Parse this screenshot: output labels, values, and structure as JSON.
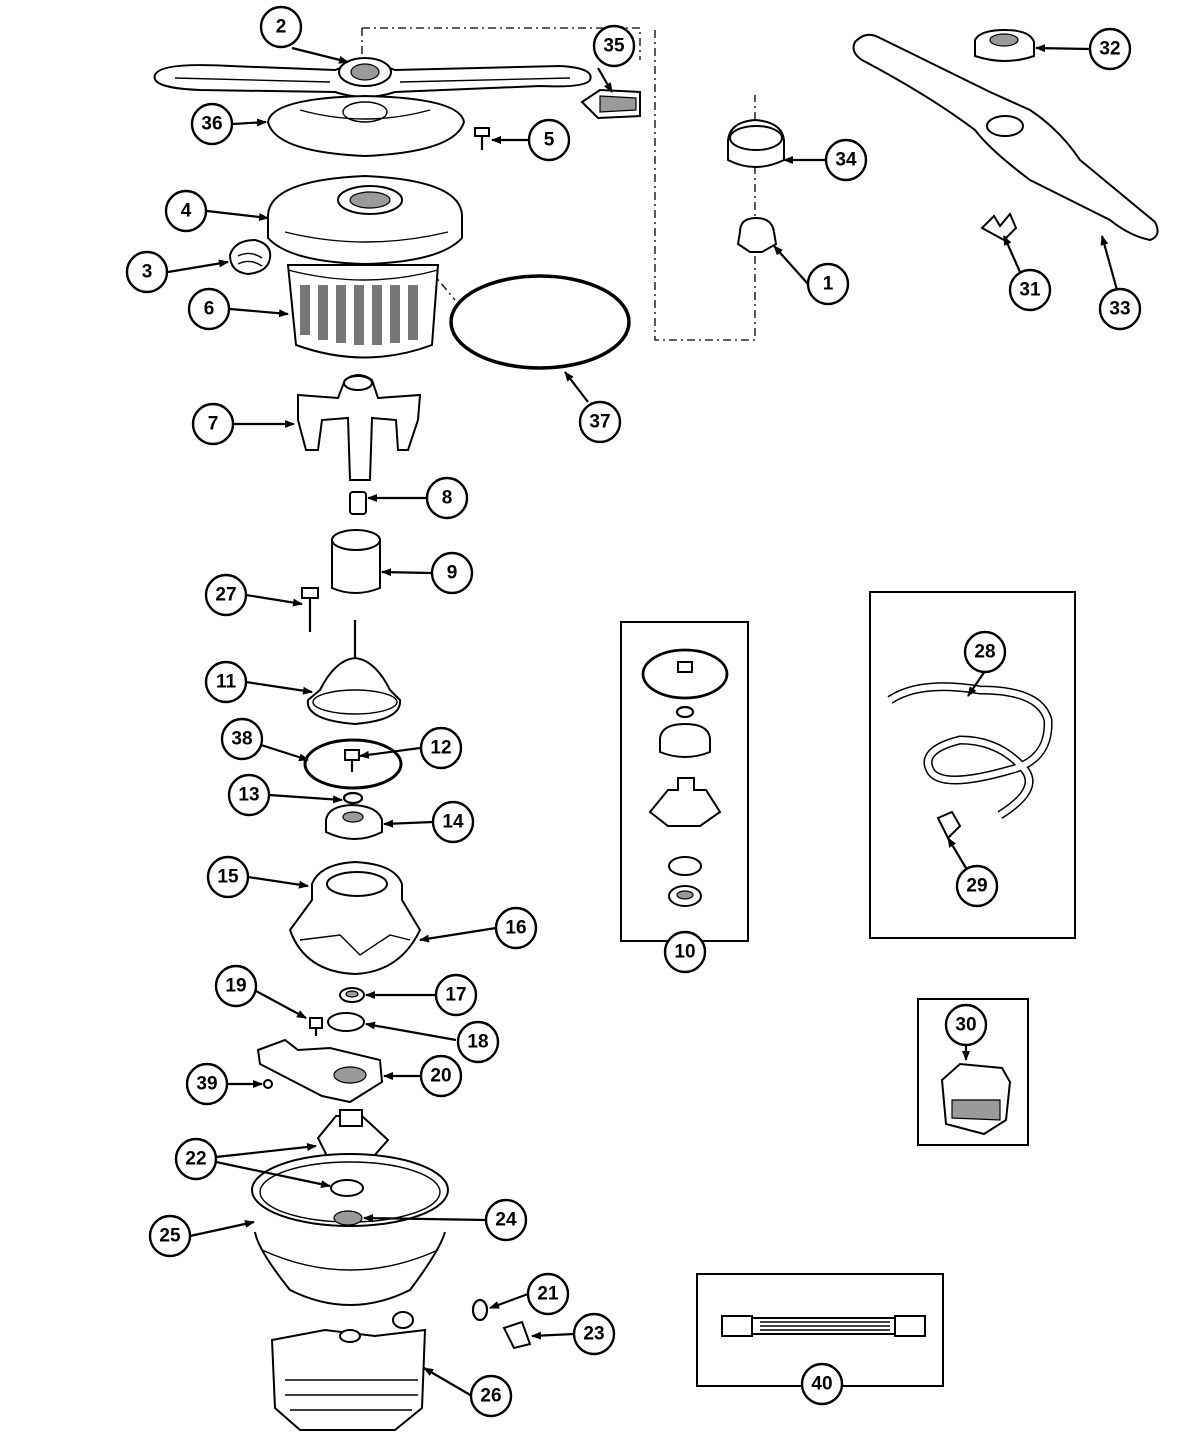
{
  "callouts": {
    "c1": "1",
    "c2": "2",
    "c3": "3",
    "c4": "4",
    "c5": "5",
    "c6": "6",
    "c7": "7",
    "c8": "8",
    "c9": "9",
    "c10": "10",
    "c11": "11",
    "c12": "12",
    "c13": "13",
    "c14": "14",
    "c15": "15",
    "c16": "16",
    "c17": "17",
    "c18": "18",
    "c19": "19",
    "c20": "20",
    "c21": "21",
    "c22": "22",
    "c23": "23",
    "c24": "24",
    "c25": "25",
    "c26": "26",
    "c27": "27",
    "c28": "28",
    "c29": "29",
    "c30": "30",
    "c31": "31",
    "c32": "32",
    "c33": "33",
    "c34": "34",
    "c35": "35",
    "c36": "36",
    "c37": "37",
    "c38": "38",
    "c39": "39",
    "c40": "40"
  }
}
